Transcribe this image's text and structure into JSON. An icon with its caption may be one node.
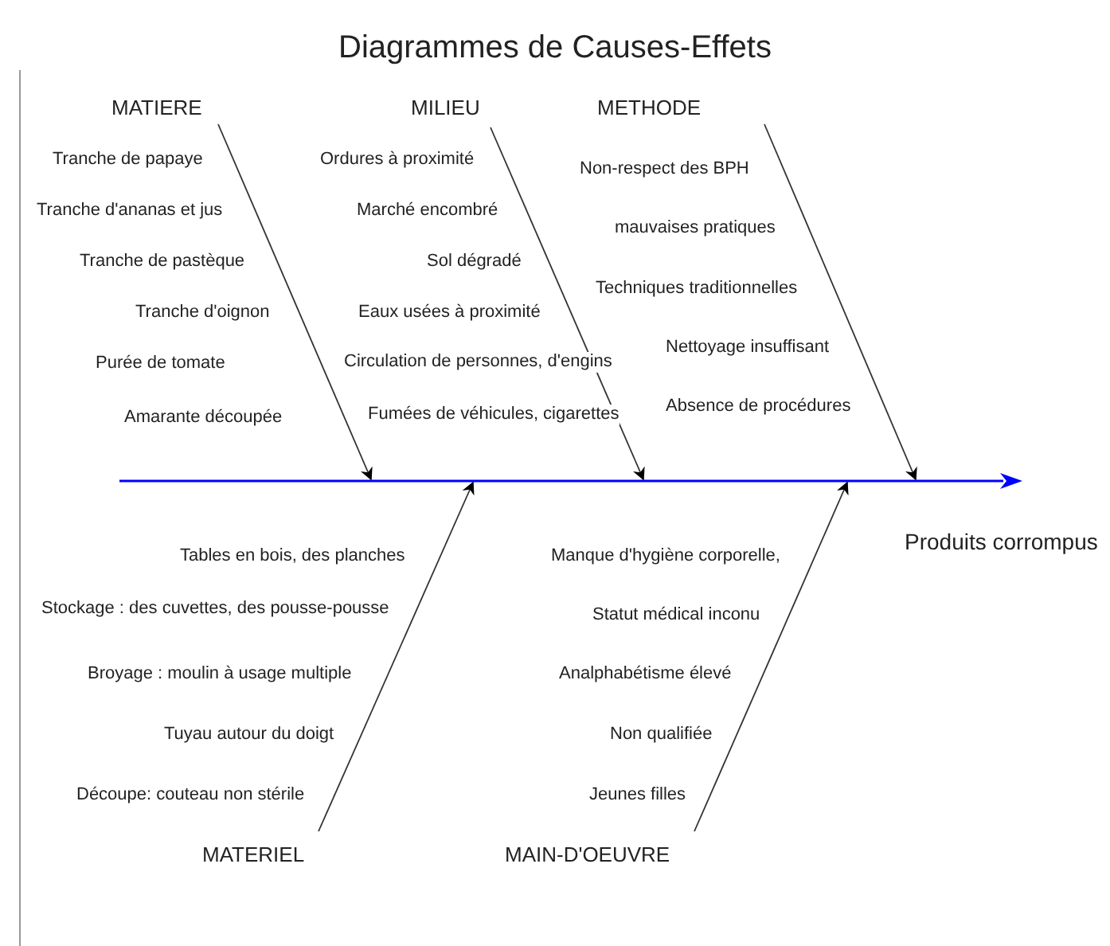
{
  "diagram": {
    "title": "Diagrammes de Causes-Effets",
    "nodes": [
      {
        "text": [
          "MATIERE"
        ]
      },
      {
        "text": [
          "MILIEU"
        ]
      },
      {
        "text": [
          "METHODE"
        ]
      },
      {
        "text": [
          "MATERIEL"
        ]
      },
      {
        "text": [
          "MAIN-D'OEUVRE"
        ]
      },
      {
        "text": [],
        "shape": "bar",
        "beside": [
          "Produits corrompus"
        ]
      }
    ],
    "edges": [
      {
        "from": 0,
        "to": 5,
        "arrow": "to"
      },
      {
        "from": 1,
        "to": 5,
        "arrow": "to"
      },
      {
        "from": 2,
        "to": 5,
        "arrow": "to"
      },
      {
        "from": 3,
        "to": 5,
        "arrow": "to"
      },
      {
        "from": 4,
        "to": 5,
        "arrow": "to"
      }
    ],
    "labels": [
      "Tranche de papaye",
      "Tranche d'ananas et jus",
      "Tranche de pastèque",
      "Tranche d'oignon",
      "Purée de tomate",
      "Amarante découpée",
      "Ordures à proximité",
      "Marché encombré",
      "Sol dégradé",
      "Eaux usées à proximité",
      "Circulation de personnes, d'engins",
      "Fumées de véhicules, cigarettes",
      "Non-respect des BPH",
      "mauvaises pratiques",
      "Techniques traditionnelles",
      "Nettoyage insuffisant",
      "Absence de procédures",
      "Tables en bois, des planches",
      "Stockage : des cuvettes, des pousse-pousse",
      "Broyage : moulin à usage multiple",
      "Tuyau autour du doigt",
      "Découpe: couteau non stérile",
      "Manque d'hygiène corporelle,",
      "Statut médical inconu",
      "Analphabétisme élevé",
      "Non qualifiée",
      "Jeunes filles"
    ]
  }
}
